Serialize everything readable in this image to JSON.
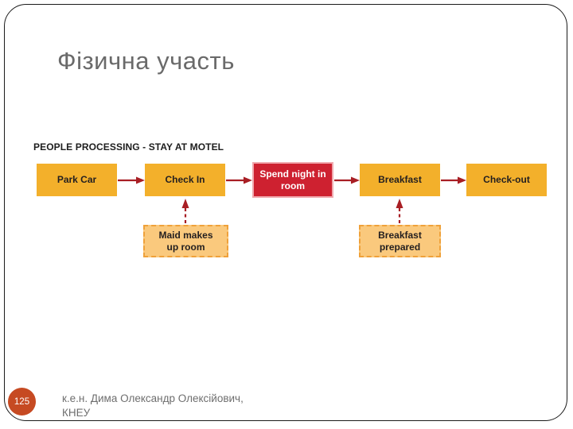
{
  "slide": {
    "title": "Фізична участь",
    "page_number": "125",
    "footer_line1": "к.е.н. Дима Олександр Олексійович,",
    "footer_line2": "КНЕУ"
  },
  "diagram": {
    "heading": "PEOPLE PROCESSING - STAY AT MOTEL",
    "main_steps": [
      {
        "label": "Park Car"
      },
      {
        "label": "Check In"
      },
      {
        "label": "Spend night in room"
      },
      {
        "label": "Breakfast"
      },
      {
        "label": "Check-out"
      }
    ],
    "backstage_steps": [
      {
        "label": "Maid makes up room",
        "connects_to": "Check In"
      },
      {
        "label": "Breakfast prepared",
        "connects_to": "Breakfast"
      }
    ],
    "colors": {
      "step_fill": "#F3B02B",
      "highlight_fill": "#CE2130",
      "backstage_fill": "#FAC97D",
      "backstage_border": "#EFA13A",
      "arrow": "#A81E24",
      "badge_fill": "#C64A22"
    }
  }
}
